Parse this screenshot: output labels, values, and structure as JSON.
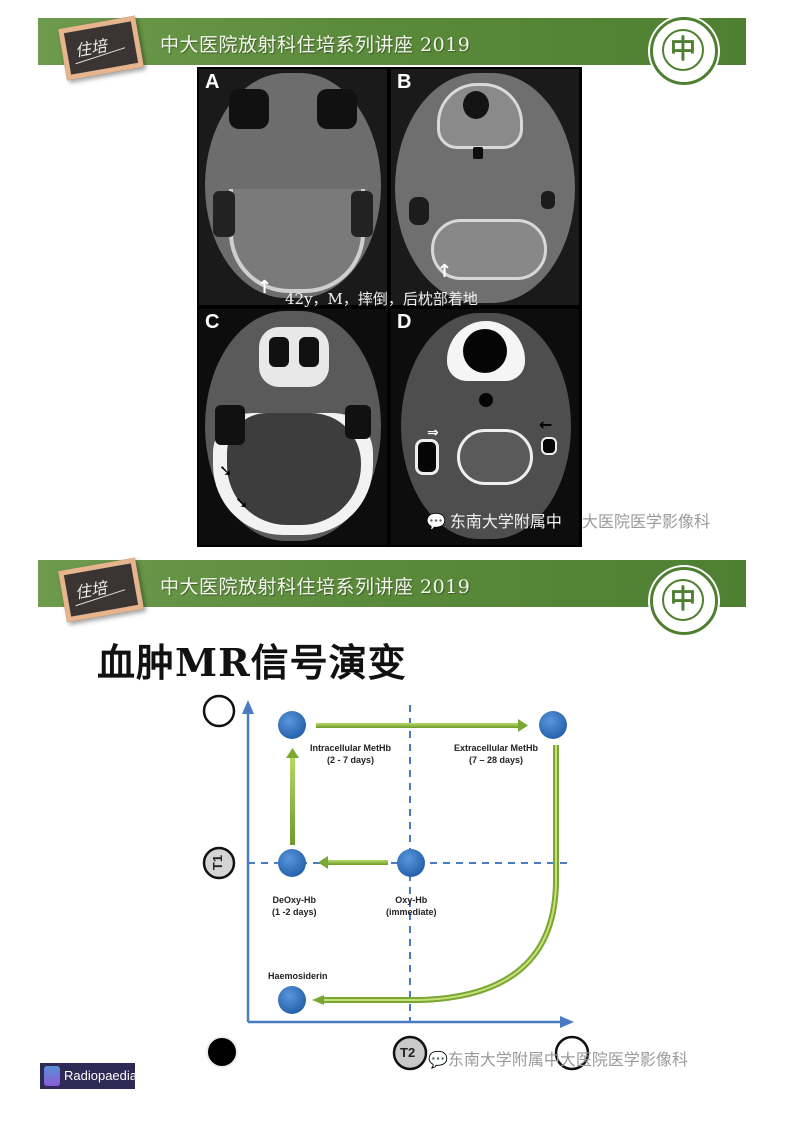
{
  "slide1": {
    "banner": {
      "badge_text": "住培",
      "title": "中大医院放射科住培系列讲座 2019",
      "logo_glyph": "中"
    },
    "ct_figure": {
      "panels": [
        {
          "label": "A"
        },
        {
          "label": "B"
        },
        {
          "label": "C"
        },
        {
          "label": "D"
        }
      ],
      "caption": "42y，M，摔倒，后枕部着地",
      "arrow_white": "↑",
      "arrow_right_white": "⇒",
      "arrow_black": "➘",
      "arrow_black_left": "←"
    },
    "watermark": {
      "icon": "wechat-icon",
      "icon_glyph": "💬",
      "text_on_image": "东南大学附属中",
      "text_off_image": "大医院医学影像科"
    }
  },
  "slide2": {
    "banner": {
      "badge_text": "住培",
      "title": "中大医院放射科住培系列讲座 2019",
      "logo_glyph": "中"
    },
    "title": "血肿MR信号演变",
    "diagram": {
      "y_axis_label": "T1",
      "x_axis_label": "T2",
      "nodes": [
        {
          "name": "Intracellular MetHb",
          "time": "(2 - 7 days)"
        },
        {
          "name": "Extracellular MetHb",
          "time": "(7 – 28 days)"
        },
        {
          "name": "DeOxy-Hb",
          "time": "(1 -2 days)"
        },
        {
          "name": "Oxy-Hb",
          "time": "(immediate)"
        },
        {
          "name": "Haemosiderin",
          "time": ""
        }
      ],
      "colors": {
        "node": "#2f6fc0",
        "arrow": "#8dbb3a",
        "axis": "#4a7cc4"
      }
    },
    "watermark": {
      "icon": "wechat-icon",
      "icon_glyph": "💬",
      "text": "东南大学附属中大医院医学影像科"
    },
    "source_badge": "Radiopaedia"
  }
}
